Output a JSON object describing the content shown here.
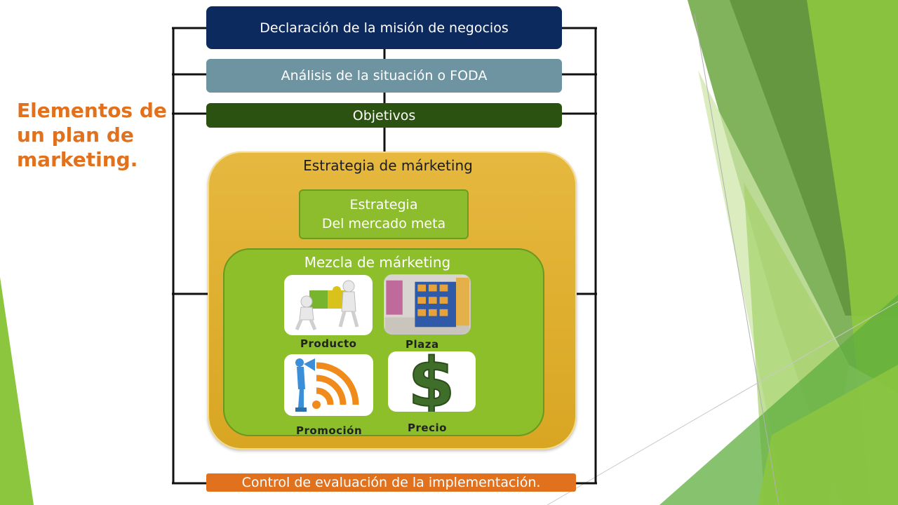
{
  "side_title": [
    "Elementos de",
    "un plan de",
    "marketing."
  ],
  "boxes": {
    "mission": "Declaración de la misión de negocios",
    "swot": "Análisis de la situación o FODA",
    "objectives": "Objetivos",
    "control": "Control de evaluación de la implementación."
  },
  "strategy": {
    "title": "Estrategia de márketing",
    "target_line1": "Estrategia",
    "target_line2": "Del mercado meta"
  },
  "mix": {
    "title": "Mezcla de márketing",
    "items": [
      "Producto",
      "Plaza",
      "Promoción",
      "Precio"
    ]
  },
  "colors": {
    "mission": "#0d2a5e",
    "swot": "#6e93a1",
    "objectives": "#2b5210",
    "control": "#e2711d",
    "strategy_panel": "#e0b030",
    "mix_panel": "#8cbf2a",
    "title_orange": "#e2711d"
  }
}
